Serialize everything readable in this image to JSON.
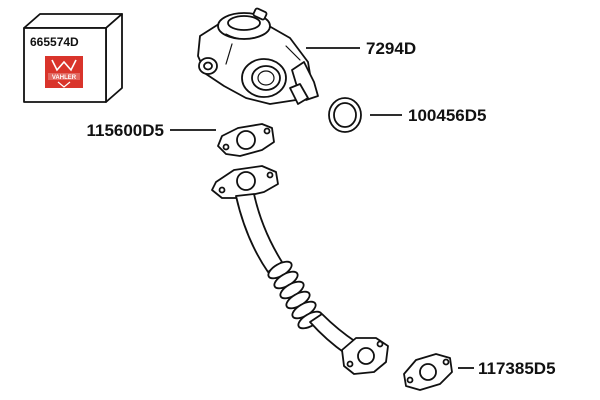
{
  "package": {
    "code": "665574D",
    "brand": "VAHLER",
    "brand_color": "#d9342b"
  },
  "parts": {
    "egr_valve": {
      "code": "7294D"
    },
    "o_ring": {
      "code": "100456D5"
    },
    "gasket_upper": {
      "code": "115600D5"
    },
    "gasket_lower": {
      "code": "117385D5"
    }
  },
  "colors": {
    "line": "#111111",
    "background": "#ffffff"
  }
}
